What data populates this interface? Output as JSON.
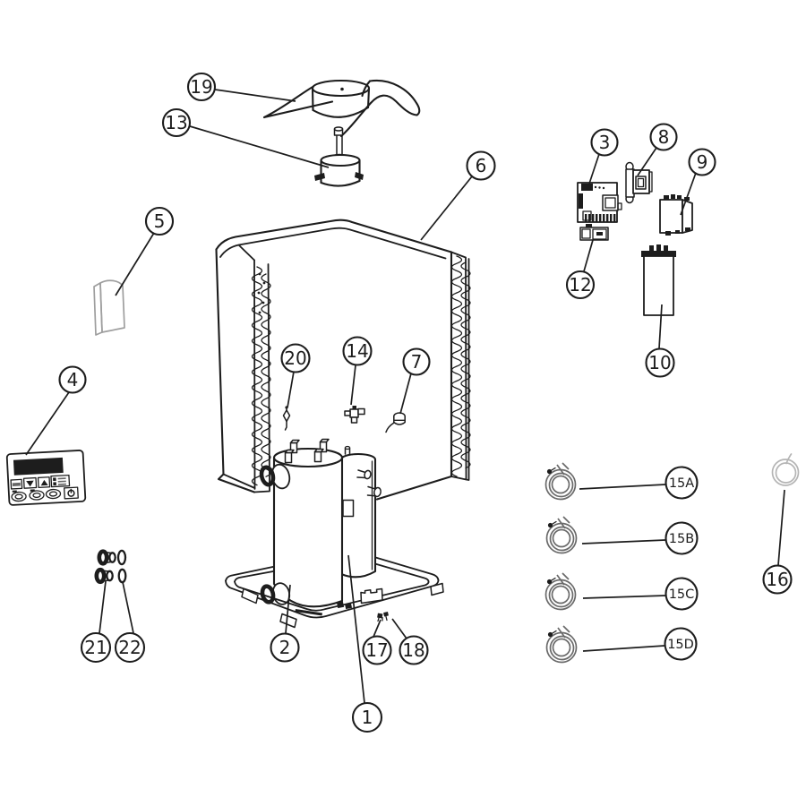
{
  "colors": {
    "background": "#ffffff",
    "ink": "#1d1d1d",
    "muted_gray": "#9e9e9e",
    "light_gray": "#b5b5b5",
    "coil_gray": "#6a6a6a"
  },
  "callouts": {
    "c1": {
      "label": "1"
    },
    "c2": {
      "label": "2"
    },
    "c3": {
      "label": "3"
    },
    "c4": {
      "label": "4"
    },
    "c5": {
      "label": "5"
    },
    "c6": {
      "label": "6"
    },
    "c7": {
      "label": "7"
    },
    "c8": {
      "label": "8"
    },
    "c9": {
      "label": "9"
    },
    "c10": {
      "label": "10"
    },
    "c12": {
      "label": "12"
    },
    "c13": {
      "label": "13"
    },
    "c14": {
      "label": "14"
    },
    "c15a": {
      "label": "15A"
    },
    "c15b": {
      "label": "15B"
    },
    "c15c": {
      "label": "15C"
    },
    "c15d": {
      "label": "15D"
    },
    "c16": {
      "label": "16"
    },
    "c17": {
      "label": "17"
    },
    "c18": {
      "label": "18"
    },
    "c19": {
      "label": "19"
    },
    "c20": {
      "label": "20"
    },
    "c21": {
      "label": "21"
    },
    "c22": {
      "label": "22"
    }
  }
}
